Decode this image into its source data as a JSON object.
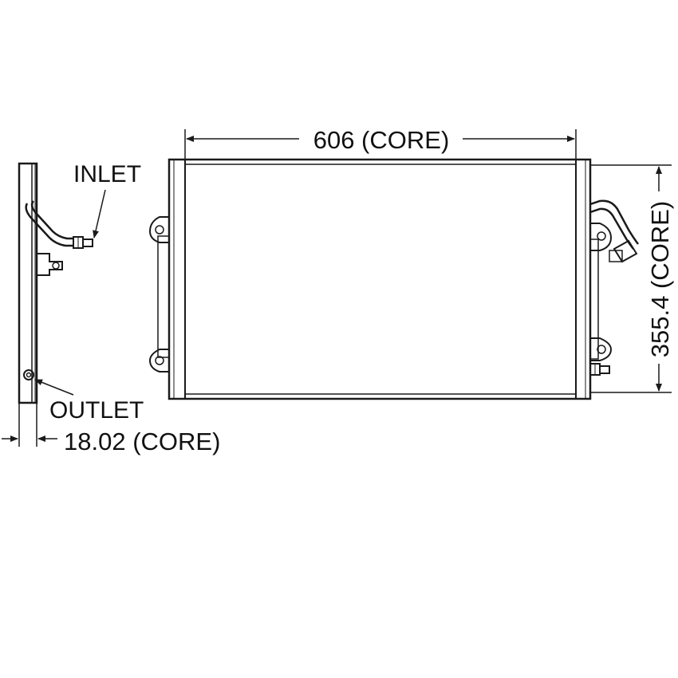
{
  "labels": {
    "width_dim": "606 (CORE)",
    "height_dim": "355.4 (CORE)",
    "depth_dim": "18.02 (CORE)",
    "inlet": "INLET",
    "outlet": "OUTLET"
  },
  "colors": {
    "line": "#1a1a1a",
    "background": "#ffffff"
  }
}
